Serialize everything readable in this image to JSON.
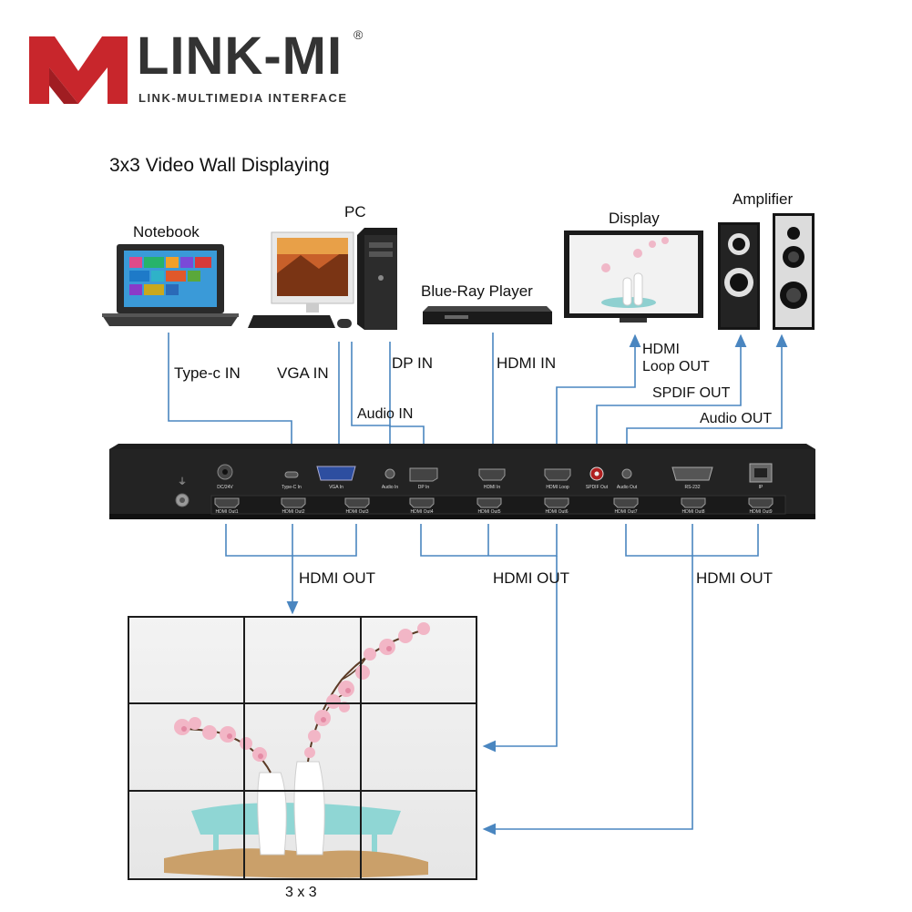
{
  "brand": {
    "name": "LINK-MI",
    "registered": "®",
    "tagline": "LINK-MULTIMEDIA INTERFACE",
    "logo_color": "#c8262c"
  },
  "diagram": {
    "title": "3x3 Video Wall Displaying",
    "devices": {
      "notebook": "Notebook",
      "pc": "PC",
      "bluray": "Blue-Ray Player",
      "display": "Display",
      "amplifier": "Amplifier"
    },
    "connections": {
      "typec_in": "Type-c IN",
      "vga_in": "VGA IN",
      "dp_in": "DP IN",
      "audio_in": "Audio IN",
      "hdmi_in": "HDMI IN",
      "hdmi_loop_out_1": "HDMI",
      "hdmi_loop_out_2": "Loop OUT",
      "spdif_out": "SPDIF OUT",
      "audio_out": "Audio OUT",
      "hdmi_out_1": "HDMI OUT",
      "hdmi_out_2": "HDMI OUT",
      "hdmi_out_3": "HDMI OUT"
    },
    "wall_label": "3 x 3",
    "line_color": "#4a86c0"
  },
  "panel": {
    "top_ports": [
      "DC/24V",
      "Type-C In",
      "VGA In",
      "Audio In",
      "DP In",
      "HDMI In",
      "HDMI Loop",
      "SPDIF Out",
      "Audio Out",
      "RS-232",
      "IP"
    ],
    "bottom_ports": [
      "HDMI Out1",
      "HDMI Out2",
      "HDMI Out3",
      "HDMI Out4",
      "HDMI Out5",
      "HDMI Out6",
      "HDMI Out7",
      "HDMI Out8",
      "HDMI Out9"
    ]
  }
}
